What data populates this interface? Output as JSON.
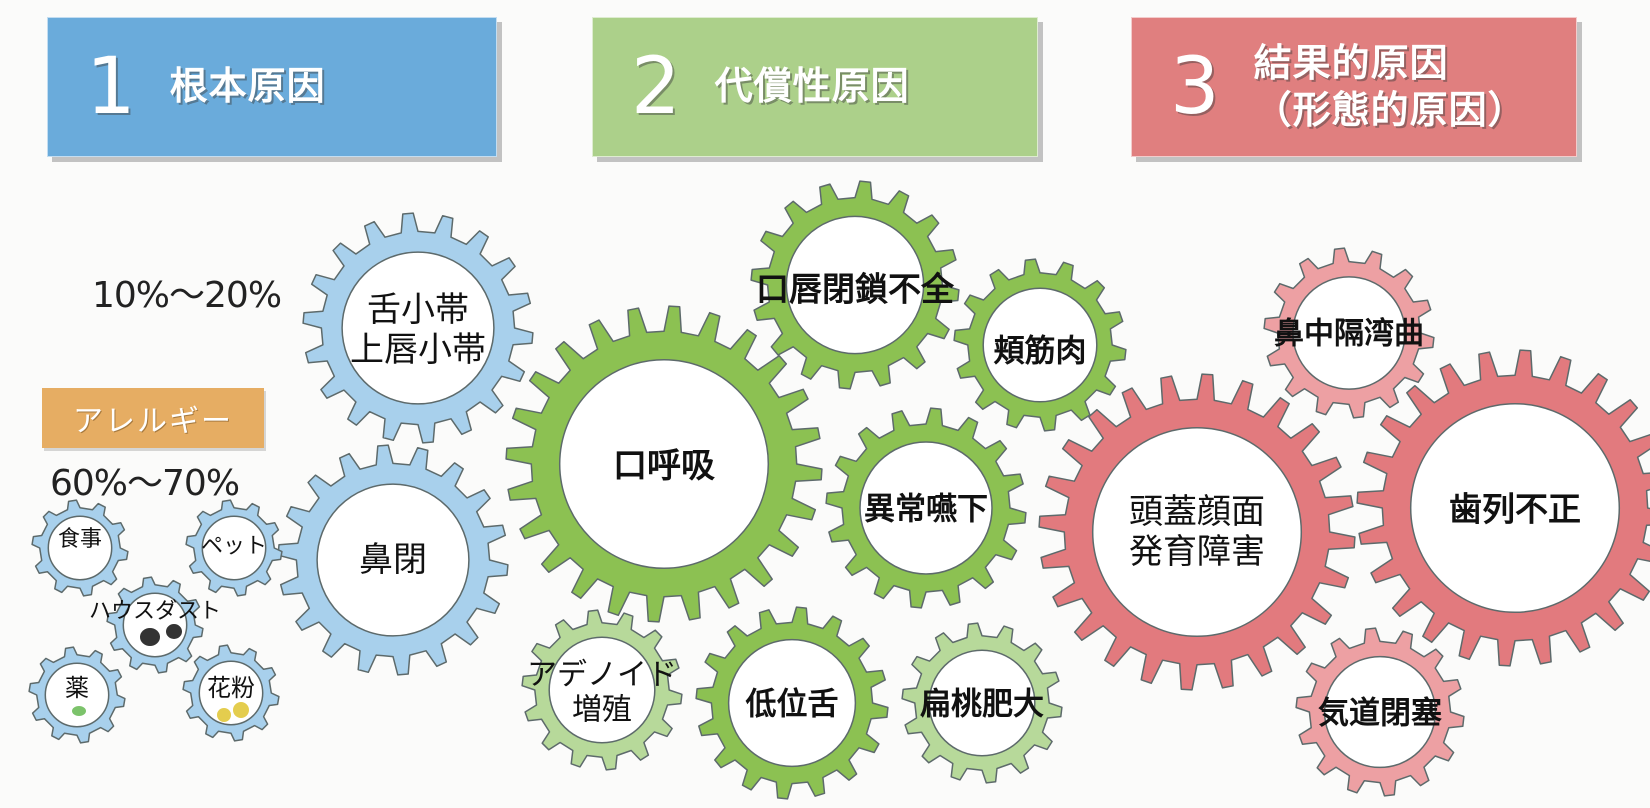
{
  "headers": [
    {
      "number": "1",
      "line1": "根本原因",
      "line2": "",
      "color": "#6aabdb"
    },
    {
      "number": "2",
      "line1": "代償性原因",
      "line2": "",
      "color": "#acd08a"
    },
    {
      "number": "3",
      "line1": "結果的原因",
      "line2": "（形態的原因）",
      "color": "#e07f7f"
    }
  ],
  "stats": {
    "tongue_tie_rate": "10%〜20%",
    "allergy_rate": "60%〜70%"
  },
  "allergy_label": "アレルギー",
  "colors": {
    "blue_gear": "#a8d0ec",
    "green_gear": "#8cc152",
    "light_green_gear": "#b7d99a",
    "red_gear": "#e27a7e",
    "light_red_gear": "#eda0a3",
    "gear_outline": "#5d6a6b"
  },
  "gears": {
    "tongue_tie": {
      "line1": "舌小帯",
      "line2": "上唇小帯"
    },
    "nasal_block": {
      "line1": "鼻閉",
      "line2": ""
    },
    "meal": {
      "line1": "食事",
      "line2": ""
    },
    "pet": {
      "line1": "ペット",
      "line2": ""
    },
    "house_dust": {
      "line1": "ハウスダスト",
      "line2": ""
    },
    "drug": {
      "line1": "薬",
      "line2": ""
    },
    "pollen": {
      "line1": "花粉",
      "line2": ""
    },
    "mouth_breathing": {
      "line1": "口呼吸",
      "line2": ""
    },
    "lip_incompetence": {
      "line1": "口唇閉鎖不全",
      "line2": ""
    },
    "buccinator": {
      "line1": "頬筋肉",
      "line2": ""
    },
    "abnormal_swallowing": {
      "line1": "異常嚥下",
      "line2": ""
    },
    "adenoid": {
      "line1": "アデノイド",
      "line2": "増殖"
    },
    "low_tongue": {
      "line1": "低位舌",
      "line2": ""
    },
    "tonsil": {
      "line1": "扁桃肥大",
      "line2": ""
    },
    "septum": {
      "line1": "鼻中隔湾曲",
      "line2": ""
    },
    "craniofacial": {
      "line1": "頭蓋顔面",
      "line2": "発育障害"
    },
    "malocclusion": {
      "line1": "歯列不正",
      "line2": ""
    },
    "airway": {
      "line1": "気道閉塞",
      "line2": ""
    }
  }
}
